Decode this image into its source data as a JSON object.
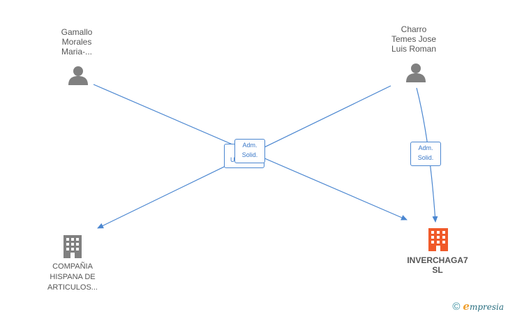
{
  "nodes": {
    "person1": {
      "lines": [
        "Gamallo",
        "Morales",
        "Maria-..."
      ],
      "icon": "person-icon"
    },
    "person2": {
      "lines": [
        "Charro",
        "Temes Jose",
        "Luis Roman"
      ],
      "icon": "person-icon"
    },
    "company1": {
      "lines": [
        "COMPAÑIA",
        "HISPANA DE",
        "ARTICULOS..."
      ],
      "icon": "building-icon"
    },
    "company2": {
      "lines": [
        "INVERCHAGA7",
        "SL"
      ],
      "icon": "building-icon",
      "color": "#f05a2a"
    }
  },
  "edges": {
    "label_back": {
      "line1": "",
      "line2": "U..."
    },
    "label_front": {
      "line1": "Adm.",
      "line2": "Solid."
    },
    "label_right": {
      "line1": "Adm.",
      "line2": "Solid."
    }
  },
  "footer": {
    "symbol": "©",
    "brand_e": "e",
    "brand_rest": "mpresia"
  },
  "colors": {
    "edge": "#4a86d0",
    "icon_gray": "#808080",
    "highlight": "#f05a2a"
  }
}
